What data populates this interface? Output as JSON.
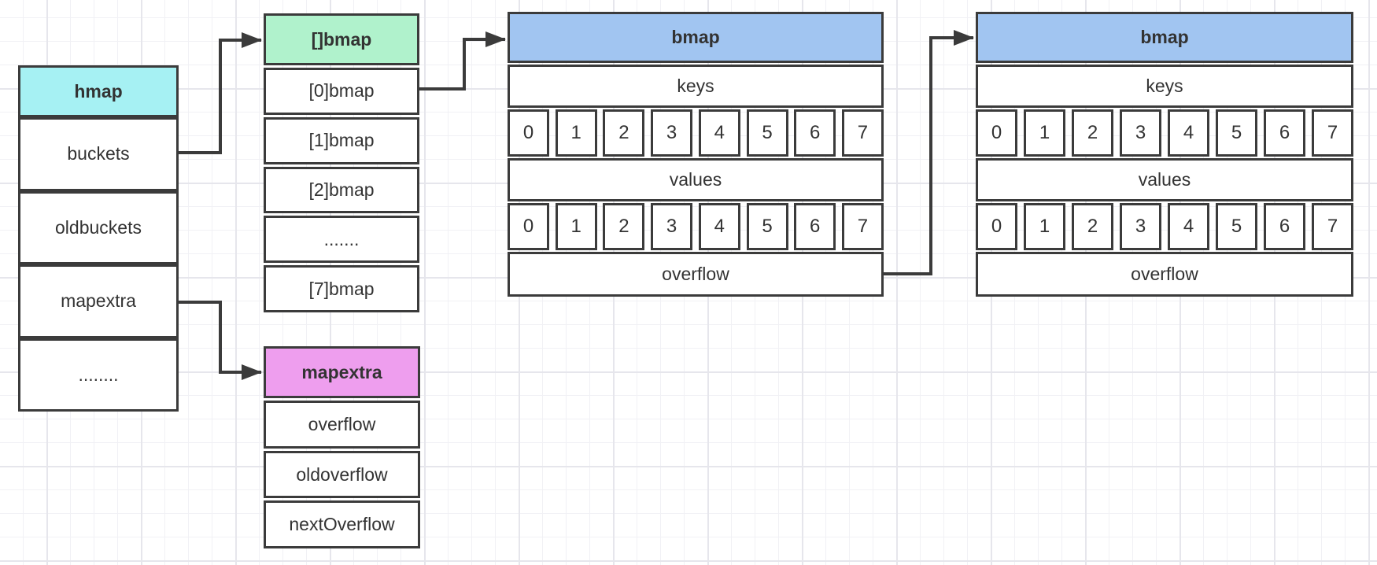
{
  "diagram": {
    "line_color": "#3b3b3b",
    "hmap": {
      "title": "hmap",
      "header_color": "#a6f1f3",
      "rows": [
        "buckets",
        "oldbuckets",
        "mapextra",
        "........"
      ]
    },
    "bucket_array": {
      "title": "[]bmap",
      "header_color": "#b0f2cc",
      "rows": [
        "[0]bmap",
        "[1]bmap",
        "[2]bmap",
        ".......",
        "[7]bmap"
      ]
    },
    "mapextra": {
      "title": "mapextra",
      "header_color": "#ee9eee",
      "rows": [
        "overflow",
        "oldoverflow",
        "nextOverflow"
      ]
    },
    "bucket1": {
      "title": "bmap",
      "header_color": "#a1c5f1",
      "keys_label": "keys",
      "values_label": "values",
      "overflow_label": "overflow",
      "slots": [
        "0",
        "1",
        "2",
        "3",
        "4",
        "5",
        "6",
        "7"
      ]
    },
    "bucket2": {
      "title": "bmap",
      "header_color": "#a1c5f1",
      "keys_label": "keys",
      "values_label": "values",
      "overflow_label": "overflow",
      "slots": [
        "0",
        "1",
        "2",
        "3",
        "4",
        "5",
        "6",
        "7"
      ]
    }
  }
}
